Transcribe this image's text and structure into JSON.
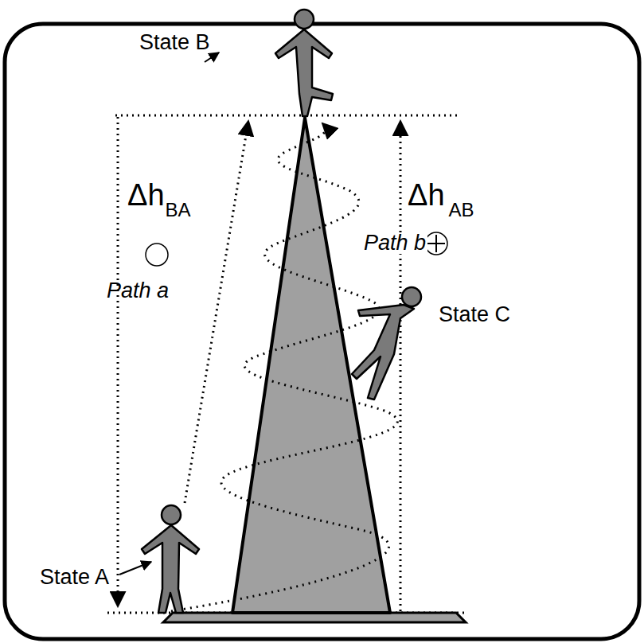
{
  "diagram": {
    "labels": [
      "State B",
      "Δh",
      "BA",
      "Path a",
      "Δh",
      "AB",
      "Path b",
      "State C",
      "State A"
    ]
  }
}
